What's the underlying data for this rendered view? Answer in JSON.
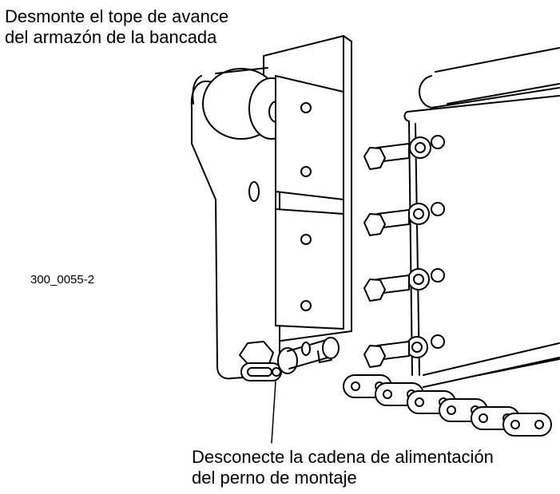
{
  "callouts": {
    "top": [
      "Desmonte el tope de avance",
      "del armazón de la bancada"
    ],
    "bottom": [
      "Desconecte la cadena de alimentación",
      "del perno de montaje"
    ]
  },
  "figure_code": "300_0055-2",
  "colors": {
    "line": "#000000",
    "fill": "#ffffff"
  }
}
